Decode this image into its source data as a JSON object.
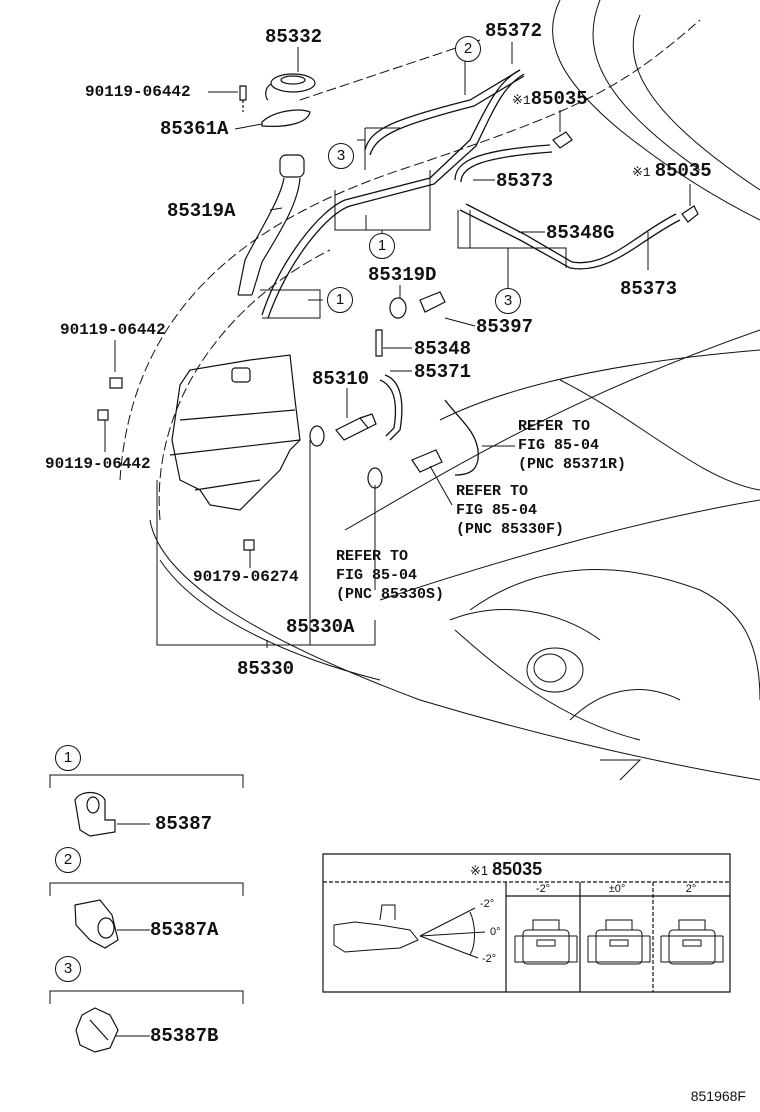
{
  "figure_id": "851968F",
  "callout_mark": "※1",
  "parts": {
    "p85332": "85332",
    "p90119_top": "90119-06442",
    "p85361A": "85361A",
    "p85319A": "85319A",
    "p85372": "85372",
    "p85035_a": "85035",
    "p85035_b": "85035",
    "p85373_a": "85373",
    "p85348G": "85348G",
    "p85373_b": "85373",
    "p85319D": "85319D",
    "p85397": "85397",
    "p90119_mid": "90119-06442",
    "p85348": "85348",
    "p85371": "85371",
    "p85310": "85310",
    "p90119_low": "90119-06442",
    "p90179": "90179-06274",
    "p85330A": "85330A",
    "p85330": "85330"
  },
  "references": {
    "ref_85371R": "REFER TO\nFIG 85-04\n(PNC 85371R)",
    "ref_85330F": "REFER TO\nFIG 85-04\n(PNC 85330F)",
    "ref_85330S": "REFER TO\nFIG 85-04\n(PNC 85330S)"
  },
  "callouts": {
    "c1": "1",
    "c2": "2",
    "c3": "3"
  },
  "clip_legend": [
    {
      "callout": "1",
      "part": "85387"
    },
    {
      "callout": "2",
      "part": "85387A"
    },
    {
      "callout": "3",
      "part": "85387B"
    }
  ],
  "inset": {
    "title_mark": "※1",
    "title_part": "85035",
    "angle_labels": [
      "-2°",
      "0°",
      "-2°"
    ],
    "columns": [
      "-2°",
      "±0°",
      "2°"
    ]
  }
}
